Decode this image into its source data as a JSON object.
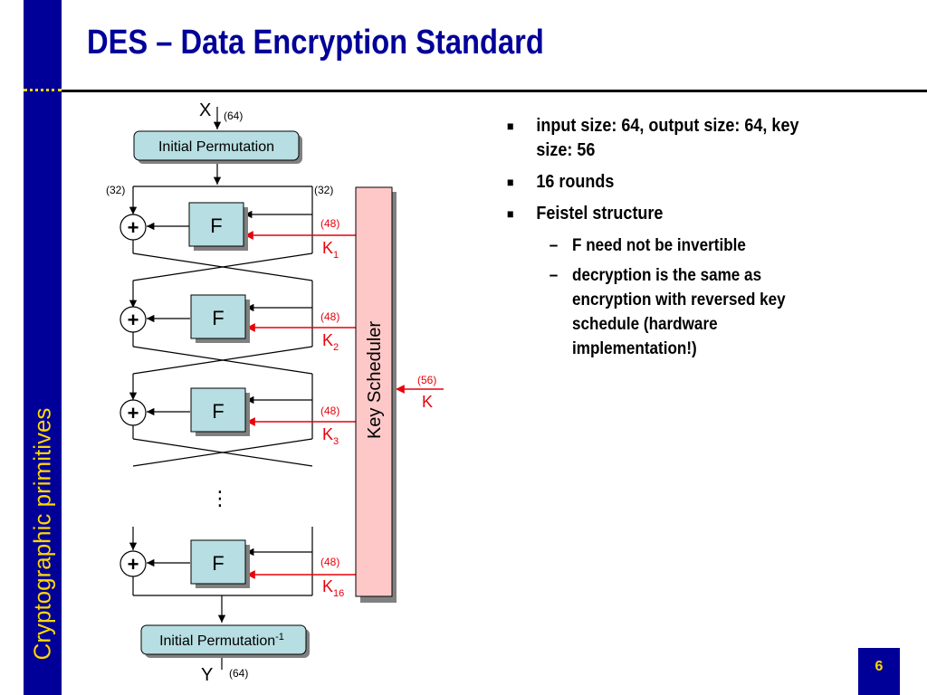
{
  "slide": {
    "title": "DES – Data Encryption Standard",
    "sidebar_text": "Cryptographic primitives",
    "page_number": "6"
  },
  "diagram": {
    "input_label": "X",
    "input_bits": "(64)",
    "initial_permutation": "Initial Permutation",
    "final_permutation": "Initial Permutation",
    "final_permutation_sup": "-1",
    "half_left_bits": "(32)",
    "half_right_bits": "(32)",
    "f_label": "F",
    "xor_symbol": "+",
    "subkey_bits": "(48)",
    "subkey_letter": "K",
    "rounds": [
      {
        "sub": "1"
      },
      {
        "sub": "2"
      },
      {
        "sub": "3"
      },
      {
        "sub": "16"
      }
    ],
    "ellipsis": "⋮",
    "key_scheduler": "Key Scheduler",
    "key_bits": "(56)",
    "key_label": "K",
    "output_label": "Y",
    "output_bits": "(64)"
  },
  "bullets": [
    {
      "text": "input size: 64, output size: 64, key size: 56",
      "marker": "■"
    },
    {
      "text": "16 rounds",
      "marker": "■"
    },
    {
      "text": "Feistel structure",
      "marker": "■",
      "children": [
        {
          "text": "F need not be invertible",
          "marker": "–"
        },
        {
          "text": "decryption is the same as encryption with reversed key schedule (hardware implementation!)",
          "marker": "–"
        }
      ]
    }
  ],
  "colors": {
    "navy": "#000099",
    "gold": "#FFD700",
    "box_fill": "#B7DEE2",
    "scheduler_fill": "#FFC8C8",
    "key_red": "#E8000B"
  }
}
